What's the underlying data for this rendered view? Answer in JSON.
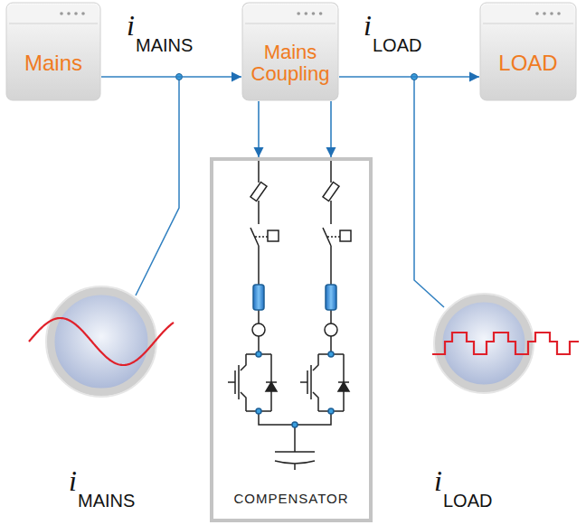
{
  "diagram": {
    "nodes": [
      {
        "text": [
          "Mains"
        ]
      },
      {
        "text": [
          "Mains Coupling"
        ]
      },
      {
        "text": [
          "LOAD"
        ]
      },
      {
        "text": [
          "COMPENSATOR"
        ]
      }
    ],
    "edges": [
      {
        "from": 0,
        "to": 1,
        "arrow": "to"
      },
      {
        "from": 1,
        "to": 2,
        "arrow": "to"
      },
      {
        "from": 1,
        "to": 3,
        "arrow": "to"
      },
      {
        "from": 1,
        "to": 3,
        "arrow": "to"
      }
    ],
    "labels": [
      "i",
      "MAINS",
      "i",
      "LOAD",
      "i",
      "MAINS",
      "i",
      "LOAD"
    ]
  }
}
